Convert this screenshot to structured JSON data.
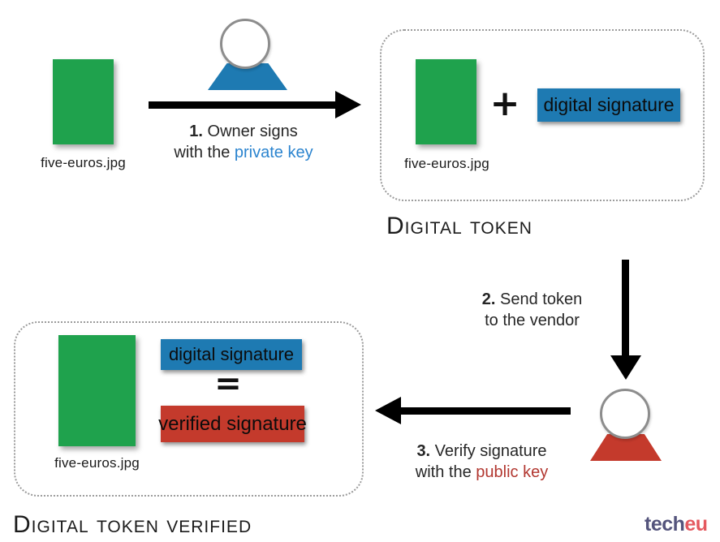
{
  "colors": {
    "photo_green": "#1fa24d",
    "signature_blue": "#1e7ab2",
    "verified_red": "#c43a2c",
    "private_key_text": "#2b84cf",
    "public_key_text": "#b23730",
    "arrow_black": "#000000",
    "dotted_border_gray": "#9b9b9b",
    "logo_tech_color": "#54547c",
    "logo_eu_color": "#e4595f"
  },
  "icons": {
    "owner": "person-icon",
    "vendor": "person-icon",
    "step1_arrow": "arrow-right-icon",
    "step2_arrow": "arrow-down-icon",
    "step3_arrow": "arrow-left-icon"
  },
  "source_image": {
    "file_label": "five-euros.jpg"
  },
  "step1": {
    "number": "1.",
    "rest": " Owner signs",
    "line2_prefix": "with the ",
    "line2_highlight": "private key"
  },
  "token": {
    "title": "Digital token",
    "file_label": "five-euros.jpg",
    "plus": "+",
    "signature": "digital signature"
  },
  "step2": {
    "number": "2.",
    "rest": " Send token",
    "line2": "to the vendor"
  },
  "step3": {
    "number": "3.",
    "rest": " Verify signature",
    "line2_prefix": "with the ",
    "line2_highlight": "public key"
  },
  "verified": {
    "title": "Digital token verified",
    "file_label": "five-euros.jpg",
    "digital_signature": "digital signature",
    "equals": "=",
    "verified_signature": "verified signature"
  },
  "logo": {
    "tech": "tech",
    "eu": "eu"
  }
}
